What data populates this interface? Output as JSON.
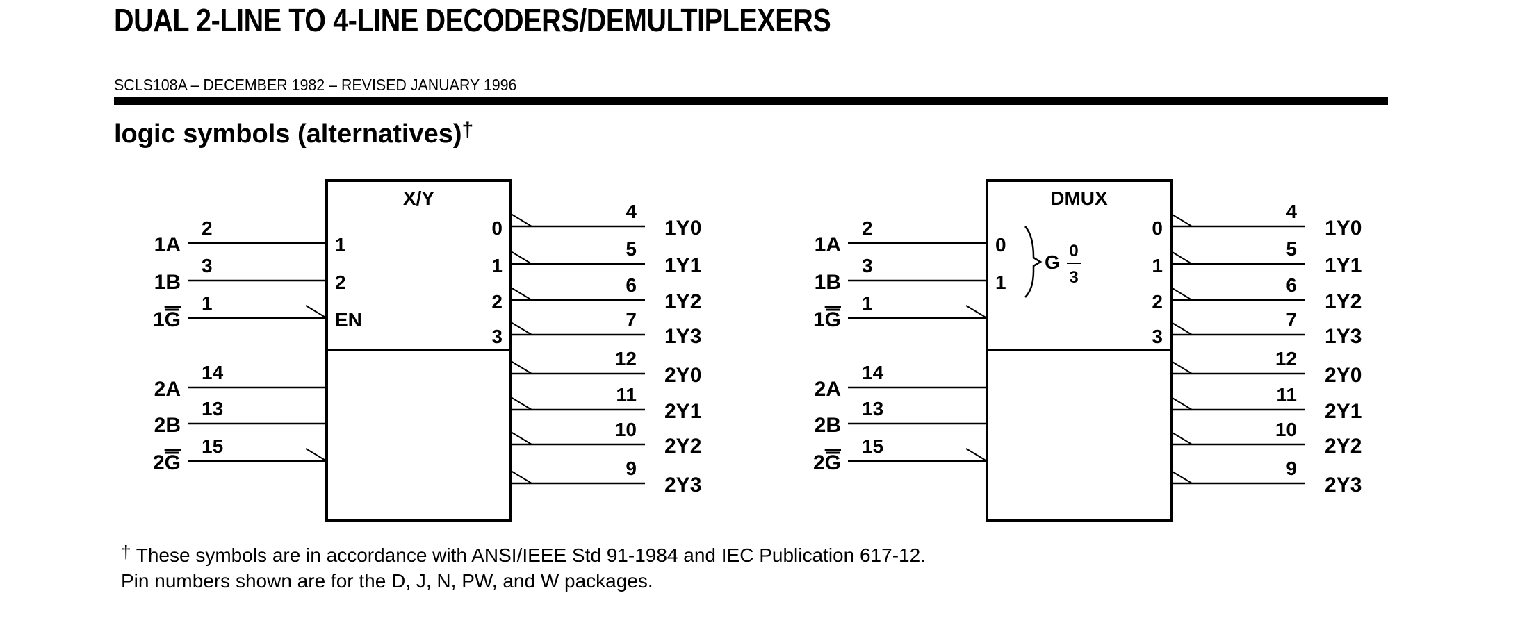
{
  "header": {
    "title": "DUAL 2-LINE TO 4-LINE DECODERS/DEMULTIPLEXERS",
    "doc_id": "SCLS108A – DECEMBER 1982 – REVISED JANUARY 1996"
  },
  "section": {
    "heading": "logic symbols (alternatives)",
    "dagger": "†"
  },
  "symbols": [
    {
      "id": "xy",
      "box_label": "X/Y",
      "upper_inputs": [
        {
          "signal": "1A",
          "bar": "",
          "pin": "2",
          "inner": "1"
        },
        {
          "signal": "1B",
          "bar": "",
          "pin": "3",
          "inner": "2"
        },
        {
          "signal": "1",
          "bar": "G",
          "pin": "1",
          "inner": "EN"
        }
      ],
      "lower_inputs": [
        {
          "signal": "2A",
          "bar": "",
          "pin": "14"
        },
        {
          "signal": "2B",
          "bar": "",
          "pin": "13"
        },
        {
          "signal": "2",
          "bar": "G",
          "pin": "15"
        }
      ],
      "inner_outputs": [
        "0",
        "1",
        "2",
        "3"
      ],
      "outputs": [
        {
          "signal": "1Y0",
          "pin": "4"
        },
        {
          "signal": "1Y1",
          "pin": "5"
        },
        {
          "signal": "1Y2",
          "pin": "6"
        },
        {
          "signal": "1Y3",
          "pin": "7"
        },
        {
          "signal": "2Y0",
          "pin": "12"
        },
        {
          "signal": "2Y1",
          "pin": "11"
        },
        {
          "signal": "2Y2",
          "pin": "10"
        },
        {
          "signal": "2Y3",
          "pin": "9"
        }
      ]
    },
    {
      "id": "dmux",
      "box_label": "DMUX",
      "group_label": "G",
      "group_range_top": "0",
      "group_range_bottom": "3",
      "upper_inputs": [
        {
          "signal": "1A",
          "bar": "",
          "pin": "2",
          "inner": "0"
        },
        {
          "signal": "1B",
          "bar": "",
          "pin": "3",
          "inner": "1"
        },
        {
          "signal": "1",
          "bar": "G",
          "pin": "1",
          "inner": ""
        }
      ],
      "lower_inputs": [
        {
          "signal": "2A",
          "bar": "",
          "pin": "14"
        },
        {
          "signal": "2B",
          "bar": "",
          "pin": "13"
        },
        {
          "signal": "2",
          "bar": "G",
          "pin": "15"
        }
      ],
      "inner_outputs": [
        "0",
        "1",
        "2",
        "3"
      ],
      "outputs": [
        {
          "signal": "1Y0",
          "pin": "4"
        },
        {
          "signal": "1Y1",
          "pin": "5"
        },
        {
          "signal": "1Y2",
          "pin": "6"
        },
        {
          "signal": "1Y3",
          "pin": "7"
        },
        {
          "signal": "2Y0",
          "pin": "12"
        },
        {
          "signal": "2Y1",
          "pin": "11"
        },
        {
          "signal": "2Y2",
          "pin": "10"
        },
        {
          "signal": "2Y3",
          "pin": "9"
        }
      ]
    }
  ],
  "footnotes": {
    "dagger": "†",
    "line1": "These symbols are in accordance with ANSI/IEEE Std 91-1984 and IEC Publication 617-12.",
    "line2": "Pin numbers shown are for the D, J, N, PW, and W packages."
  }
}
